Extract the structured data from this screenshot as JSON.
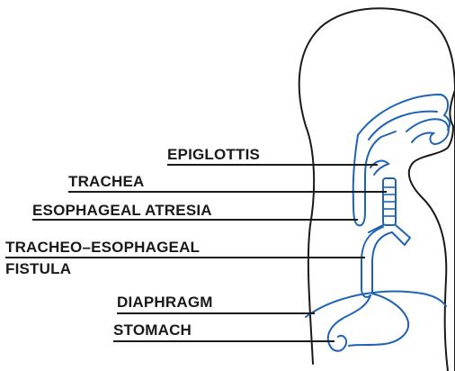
{
  "diagram": {
    "labels": {
      "epiglottis": "EPIGLOTTIS",
      "trachea": "TRACHEA",
      "esophageal_atresia": "ESOPHAGEAL ATRESIA",
      "te_fistula_line1": "TRACHEO–ESOPHAGEAL",
      "te_fistula_line2": "FISTULA",
      "diaphragm": "DIAPHRAGM",
      "stomach": "STOMACH"
    },
    "colors": {
      "outline": "#1a1a1a",
      "anatomy": "#1f64b4",
      "leader_line": "#1a1a1a"
    }
  }
}
